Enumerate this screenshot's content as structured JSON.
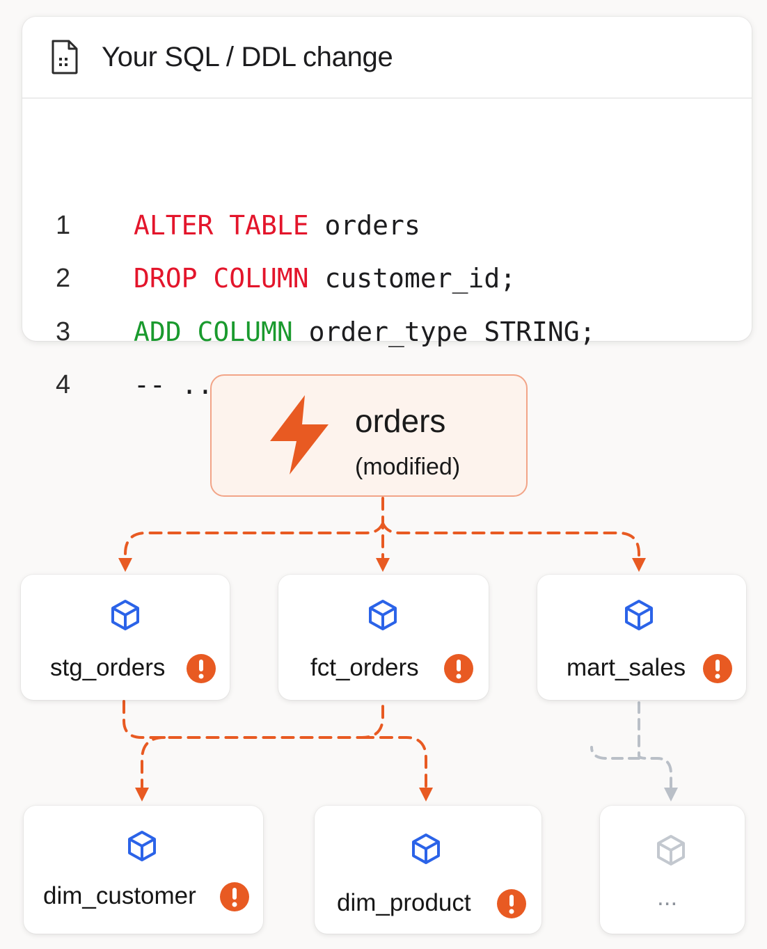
{
  "code_panel": {
    "title": "Your SQL / DDL change",
    "icon": "document-icon",
    "lines": [
      {
        "number": "1",
        "tokens": [
          {
            "text": "ALTER TABLE",
            "kind": "keyword-red"
          },
          {
            "text": " orders",
            "kind": "plain"
          }
        ]
      },
      {
        "number": "2",
        "tokens": [
          {
            "text": "DROP COLUMN",
            "kind": "keyword-red"
          },
          {
            "text": " customer_id;",
            "kind": "plain"
          }
        ]
      },
      {
        "number": "3",
        "tokens": [
          {
            "text": "ADD COLUMN",
            "kind": "keyword-green"
          },
          {
            "text": " order_type STRING;",
            "kind": "plain"
          }
        ]
      },
      {
        "number": "4",
        "tokens": [
          {
            "text": "-- ...",
            "kind": "plain"
          }
        ]
      }
    ]
  },
  "root": {
    "name": "orders",
    "status": "(modified)",
    "icon": "lightning-bolt-icon"
  },
  "nodes": {
    "stg_orders": {
      "label": "stg_orders",
      "icon": "cube-icon",
      "warning": true
    },
    "fct_orders": {
      "label": "fct_orders",
      "icon": "cube-icon",
      "warning": true
    },
    "mart_sales": {
      "label": "mart_sales",
      "icon": "cube-icon",
      "warning": true
    },
    "dim_customer": {
      "label": "dim_customer",
      "icon": "cube-icon",
      "warning": true
    },
    "dim_product": {
      "label": "dim_product",
      "icon": "cube-icon",
      "warning": true
    },
    "more": {
      "label": "...",
      "icon": "cube-icon",
      "warning": false
    }
  },
  "colors": {
    "keyword_red": "#e3152b",
    "keyword_green": "#1a9a2e",
    "impact_orange": "#e85a22",
    "cube_blue": "#2b63e8",
    "muted_gray": "#b9bfc7"
  }
}
